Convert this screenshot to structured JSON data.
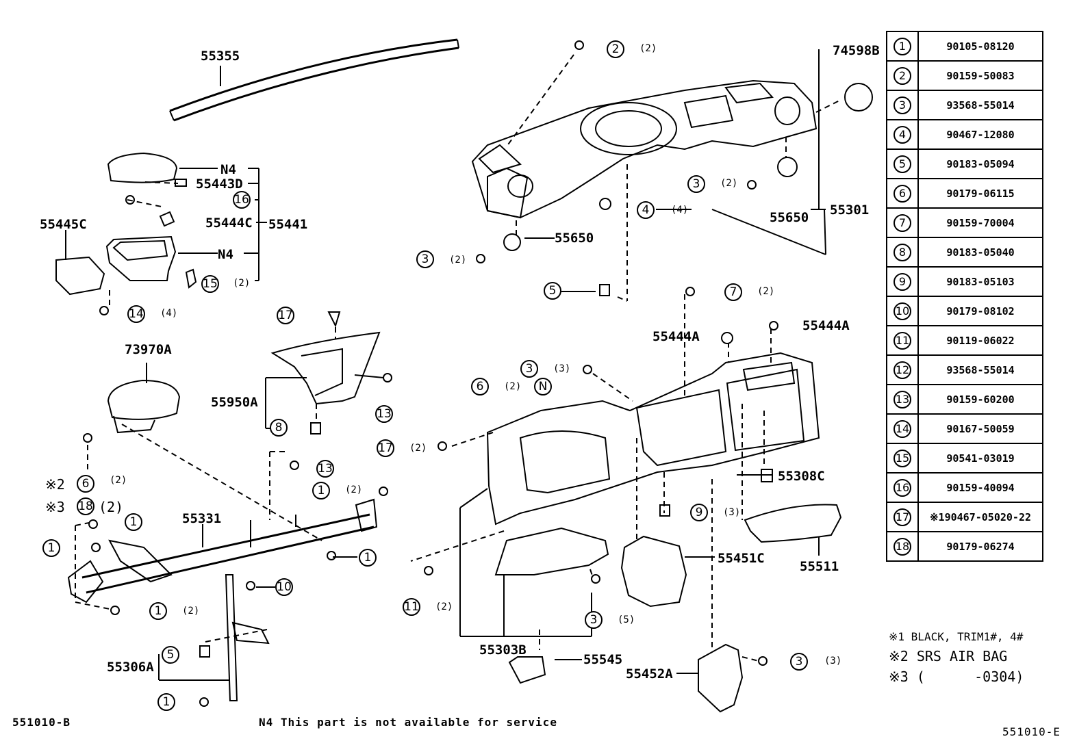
{
  "diagram_code_left": "551010-B",
  "diagram_code_right": "551010-E",
  "footer_note": "N4 This part is not available for service",
  "parts_table": [
    {
      "ref": "1",
      "part_no": "90105-08120"
    },
    {
      "ref": "2",
      "part_no": "90159-50083"
    },
    {
      "ref": "3",
      "part_no": "93568-55014"
    },
    {
      "ref": "4",
      "part_no": "90467-12080"
    },
    {
      "ref": "5",
      "part_no": "90183-05094"
    },
    {
      "ref": "6",
      "part_no": "90179-06115"
    },
    {
      "ref": "7",
      "part_no": "90159-70004"
    },
    {
      "ref": "8",
      "part_no": "90183-05040"
    },
    {
      "ref": "9",
      "part_no": "90183-05103"
    },
    {
      "ref": "10",
      "part_no": "90179-08102"
    },
    {
      "ref": "11",
      "part_no": "90119-06022"
    },
    {
      "ref": "12",
      "part_no": "93568-55014"
    },
    {
      "ref": "13",
      "part_no": "90159-60200"
    },
    {
      "ref": "14",
      "part_no": "90167-50059"
    },
    {
      "ref": "15",
      "part_no": "90541-03019"
    },
    {
      "ref": "16",
      "part_no": "90159-40094"
    },
    {
      "ref": "17",
      "part_no": "※190467-05020-22"
    },
    {
      "ref": "18",
      "part_no": "90179-06274"
    }
  ],
  "legend_notes": [
    "※1 BLACK, TRIM1#, 4#",
    "※2 SRS AIR BAG",
    "※3 (      -0304)"
  ],
  "labels": {
    "p55355": "55355",
    "p74598b": "74598B",
    "pN4a": "N4",
    "p55443d": "55443D",
    "p55444c": "55444C",
    "p55441": "55441",
    "p55445c": "55445C",
    "pN4b": "N4",
    "p55650a": "55650",
    "p55650b": "55650",
    "p55301": "55301",
    "p73970a": "73970A",
    "p55950a": "55950A",
    "p55444a1": "55444A",
    "p55444a2": "55444A",
    "p55308c": "55308C",
    "p55331": "55331",
    "p55451c": "55451C",
    "p55511": "55511",
    "p55303b": "55303B",
    "p55545": "55545",
    "p55306a": "55306A",
    "p55452a": "55452A",
    "n2": "※2",
    "n3": "※3"
  },
  "callouts": {
    "c2top": "2",
    "c3a": "3",
    "c4": "4",
    "c3b": "3",
    "c5a": "5",
    "c7": "7",
    "c16": "16",
    "c15": "15",
    "c14": "14",
    "c17a": "17",
    "c13a": "13",
    "c8": "8",
    "c3c": "3",
    "c6a": "6",
    "c17b": "17",
    "c13b": "13",
    "c6b": "6",
    "c18": "18",
    "c1a": "1",
    "c1b": "1",
    "c1c": "1",
    "c1d": "1",
    "c1e": "1",
    "c1f": "1",
    "c10": "10",
    "c9": "9",
    "c11": "11",
    "c3d": "3",
    "c5b": "5",
    "c3e": "3",
    "cN": "N"
  },
  "quantities": {
    "q2top": "(2)",
    "q3a": "(2)",
    "q4": "(4)",
    "q3b": "(2)",
    "q7": "(2)",
    "q15": "(2)",
    "q14": "(4)",
    "q3c": "(3)",
    "q6a": "(2)",
    "q17b": "(2)",
    "q6b": "(2)",
    "q18": "(2)",
    "q1b": "(2)",
    "q1f": "(2)",
    "q9": "(3)",
    "q11": "(2)",
    "q3d": "(5)",
    "q3e": "(3)"
  }
}
